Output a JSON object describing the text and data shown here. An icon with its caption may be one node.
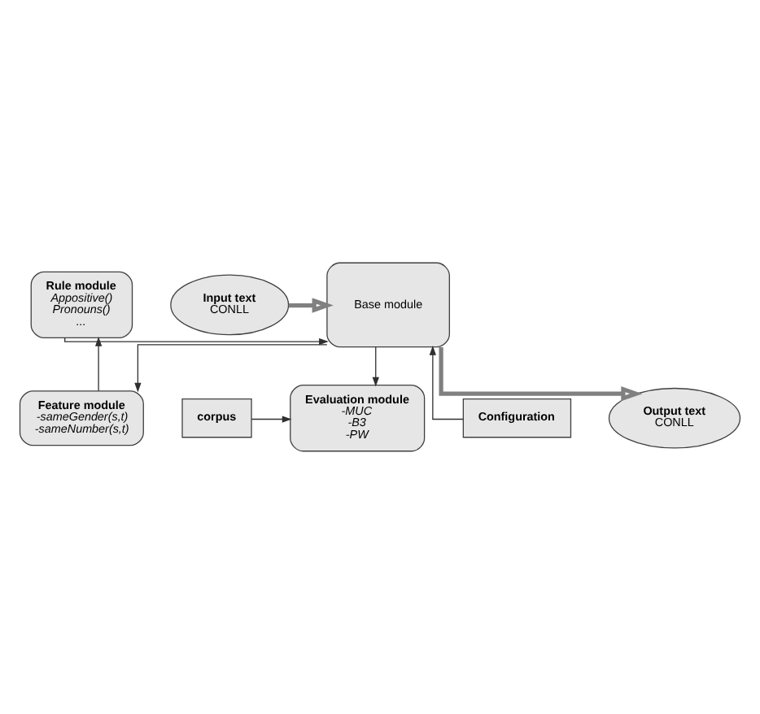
{
  "diagram": {
    "nodes": [
      {
        "text": [
          "Evaluation module",
          "-MUC",
          "-B3",
          "-PW"
        ]
      },
      {
        "text": [
          "corpus"
        ]
      },
      {
        "text": [
          "Configuration"
        ]
      },
      {
        "text": [
          "Feature module",
          "-sameGender(s,t)",
          "-sameNumber(s,t)"
        ]
      },
      {
        "text": [
          "Base module"
        ]
      },
      {
        "text": [
          "Rule module",
          "Appositive()",
          "Pronouns()",
          "..."
        ]
      },
      {
        "text": [
          "Input text",
          "CONLL"
        ]
      },
      {
        "text": [
          "Output text",
          "CONLL"
        ]
      }
    ],
    "edges": [
      {
        "from": 1,
        "to": 0,
        "arrow": "to"
      },
      {
        "from": 4,
        "to": 0,
        "arrow": "to"
      },
      {
        "from": 2,
        "to": 4,
        "arrow": "to"
      },
      {
        "from": 4,
        "to": 3,
        "arrow": "to"
      },
      {
        "from": 3,
        "to": 5,
        "arrow": "to"
      },
      {
        "from": 5,
        "to": 4,
        "arrow": "to"
      },
      {
        "from": 6,
        "to": 4,
        "arrow": "to",
        "style": "thick"
      },
      {
        "from": 4,
        "to": 7,
        "arrow": "to",
        "style": "thick"
      }
    ]
  }
}
